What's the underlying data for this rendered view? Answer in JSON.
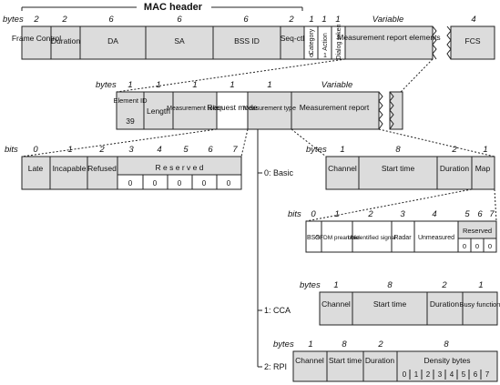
{
  "palette": {
    "gray": "#dcdcdc",
    "white": "#ffffff",
    "stroke": "#222222"
  },
  "mac_header": {
    "title": "MAC header"
  },
  "frame": {
    "unit": "bytes",
    "sizes": [
      "2",
      "2",
      "6",
      "6",
      "6",
      "2",
      "1",
      "1",
      "1",
      "Variable",
      "4"
    ],
    "fields": [
      "Frame Control",
      "Duration",
      "DA",
      "SA",
      "BSS ID",
      "Seq-ctl",
      "Category",
      "Action",
      "Dialog token",
      "Measurement report elements",
      "FCS"
    ],
    "category_value": "0",
    "action_value": "1"
  },
  "element": {
    "unit": "bytes",
    "sizes": [
      "1",
      "1",
      "1",
      "1",
      "1",
      "Variable"
    ],
    "fields": [
      "Element ID",
      "Length",
      "Measurement token",
      "Request mode",
      "Measurement type",
      "Measurement report"
    ],
    "element_id_value": "39"
  },
  "request_mode": {
    "unit": "bits",
    "positions": [
      "0",
      "1",
      "2",
      "3",
      "4",
      "5",
      "6",
      "7"
    ],
    "fields": [
      "Late",
      "Incapable",
      "Refused",
      "R e s e r v e d"
    ],
    "reserved_values": [
      "0",
      "0",
      "0",
      "0",
      "0"
    ]
  },
  "measurement_types": [
    "0: Basic",
    "1: CCA",
    "2: RPI"
  ],
  "basic_report": {
    "unit": "bytes",
    "sizes": [
      "1",
      "8",
      "2",
      "1"
    ],
    "fields": [
      "Channel",
      "Start time",
      "Duration",
      "Map"
    ]
  },
  "map_bits": {
    "unit": "bits",
    "positions": [
      "0",
      "1",
      "2",
      "3",
      "4",
      "5",
      "6",
      "7"
    ],
    "fields": [
      "BSS",
      "OFDM preamble",
      "Unidentified signal",
      "Radar",
      "Unmeasured",
      "Reserved"
    ],
    "reserved_values": [
      "0",
      "0",
      "0"
    ]
  },
  "cca_report": {
    "unit": "bytes",
    "sizes": [
      "1",
      "8",
      "2",
      "1"
    ],
    "fields": [
      "Channel",
      "Start time",
      "Duration",
      "Busy function"
    ]
  },
  "rpi_report": {
    "unit": "bytes",
    "sizes": [
      "1",
      "8",
      "2",
      "8"
    ],
    "fields": [
      "Channel",
      "Start time",
      "Duration",
      "Density bytes"
    ],
    "density_indices": [
      "0",
      "1",
      "2",
      "3",
      "4",
      "5",
      "6",
      "7"
    ]
  }
}
